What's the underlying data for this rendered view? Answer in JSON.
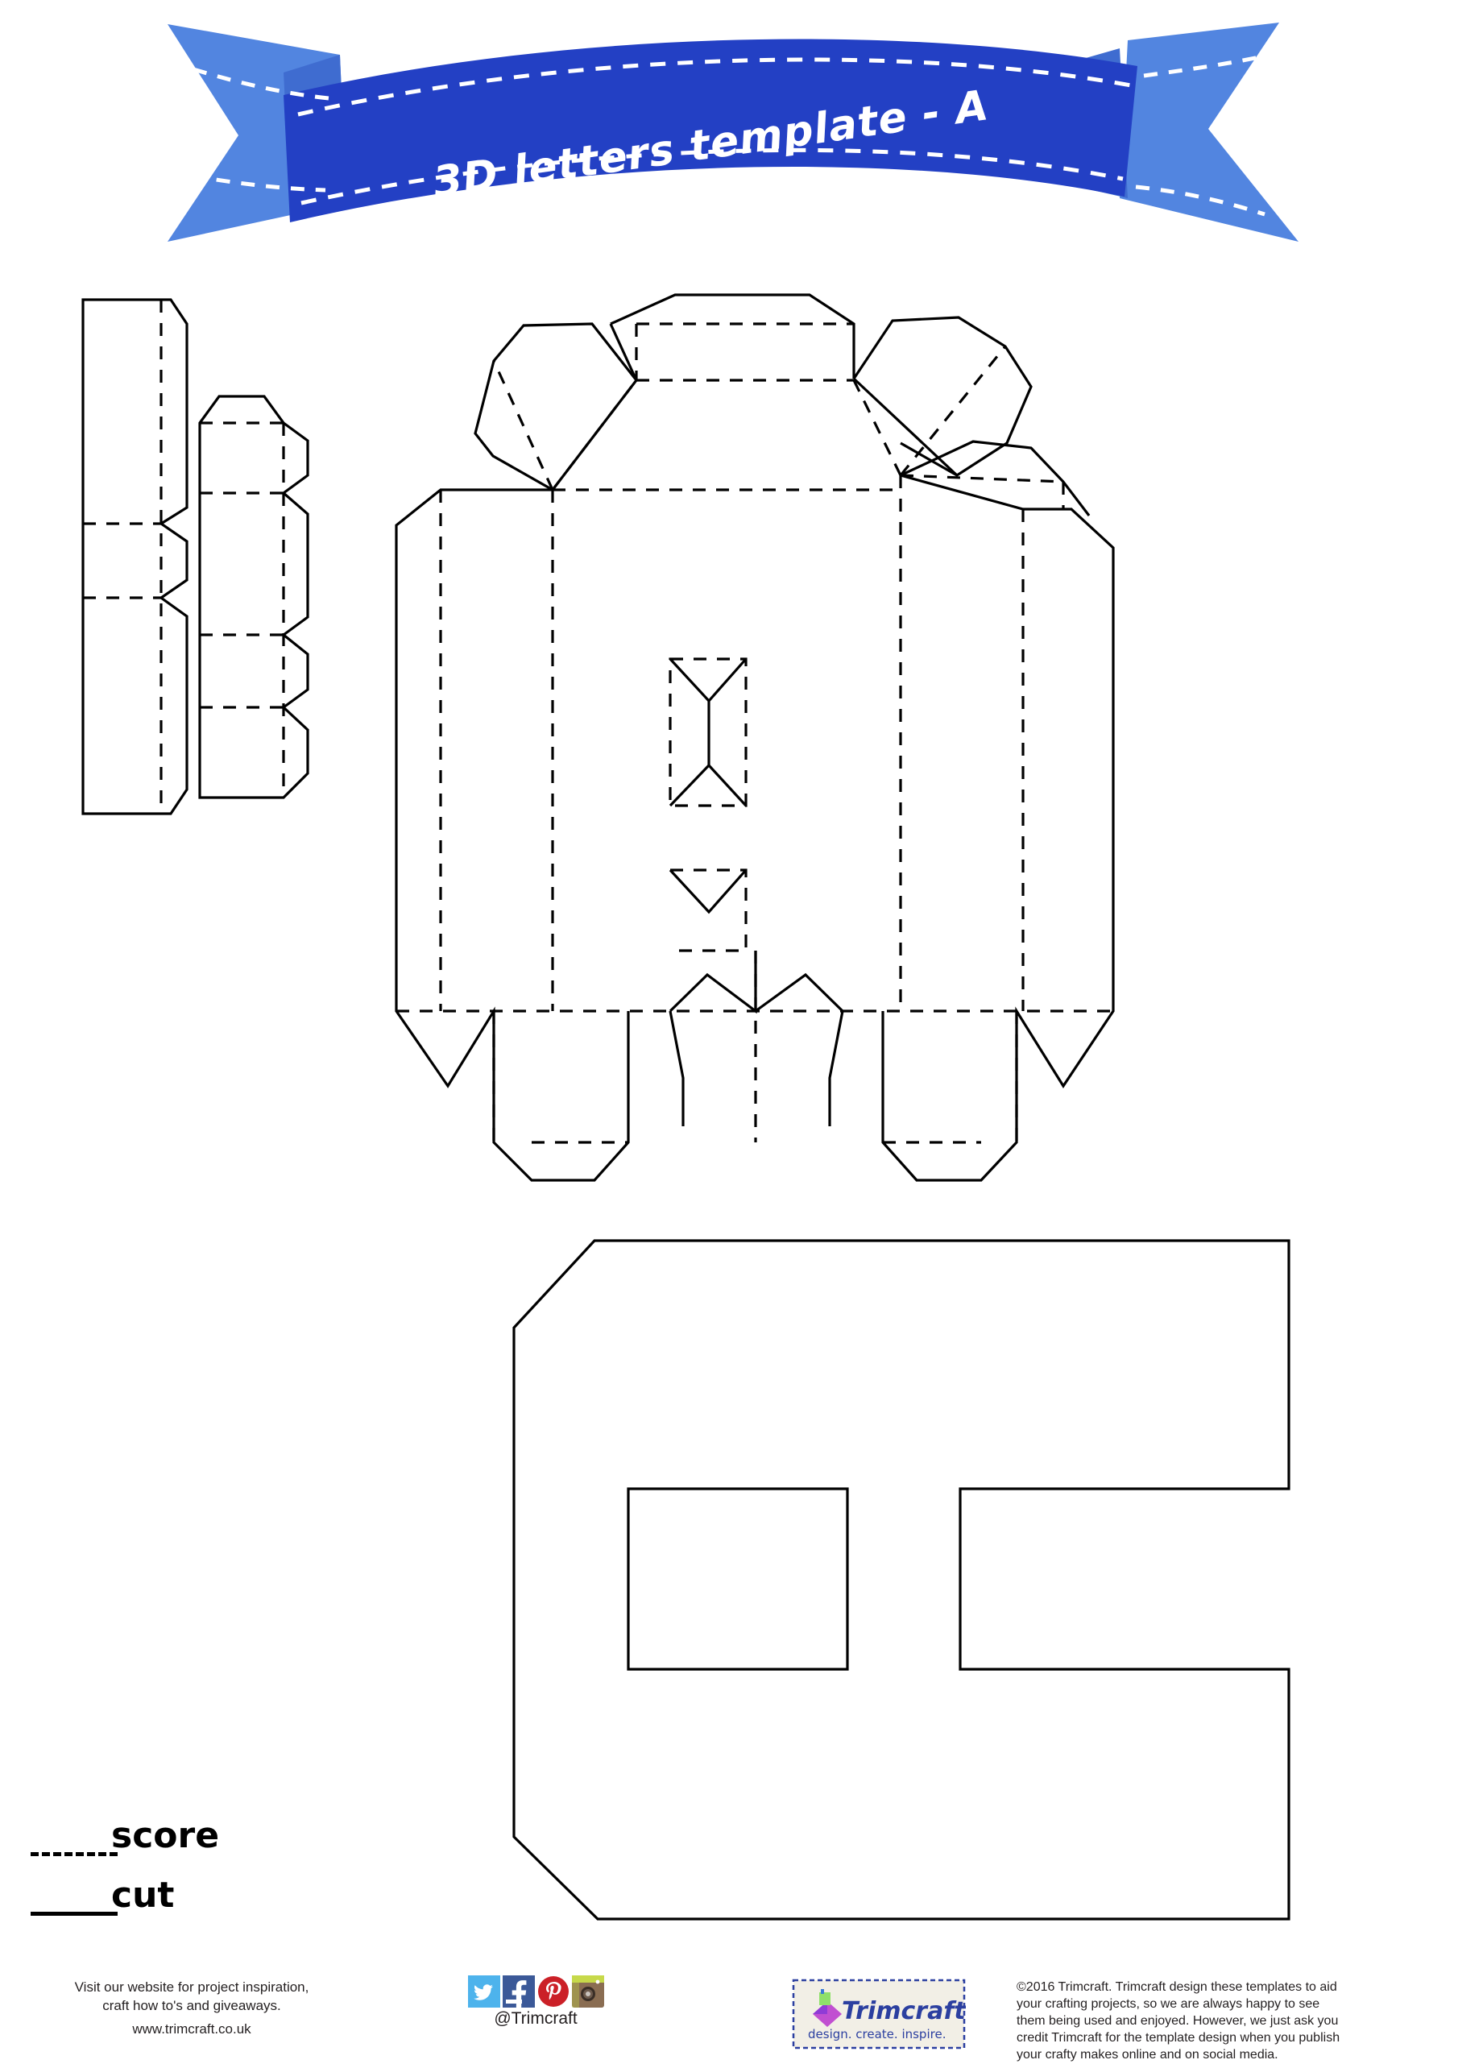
{
  "page": {
    "title": "3D letters template - A",
    "background_color": "#ffffff"
  },
  "banner": {
    "title": "3D letters template - A",
    "ribbon_front_color": "#2340c4",
    "ribbon_tail_color": "#5285e0",
    "stitch_color": "#ffffff"
  },
  "legend": {
    "items": [
      {
        "label": "score",
        "line_style": "dashed"
      },
      {
        "label": "cut",
        "line_style": "solid"
      }
    ]
  },
  "template": {
    "letter": "A",
    "stroke_color": "#000000",
    "pieces": [
      {
        "name": "side-strip-left-outer",
        "description": "Narrow folding strip with tabs"
      },
      {
        "name": "side-strip-left-inner",
        "description": "Narrow folding strip with tabs"
      },
      {
        "name": "letter-a-wrap",
        "description": "Main letter A body with glue flaps and counter openings"
      },
      {
        "name": "letter-a-face",
        "description": "Flat letter A face outline"
      }
    ]
  },
  "footer": {
    "website_promo_line1": "Visit our website for project inspiration,",
    "website_promo_line2": "craft how to's and giveaways.",
    "website_url": "www.trimcraft.co.uk",
    "social_handle": "@Trimcraft",
    "social_icons": [
      {
        "name": "twitter-icon",
        "color": "#4db3ec"
      },
      {
        "name": "facebook-icon",
        "color": "#3b5998"
      },
      {
        "name": "pinterest-icon",
        "color": "#cb2027"
      },
      {
        "name": "instagram-icon",
        "color": "#8a6d52"
      }
    ],
    "logo": {
      "brand": "Trimcraft",
      "tagline": "design. create. inspire.",
      "brand_color": "#2b3fa0",
      "background_color": "#f2efe6"
    },
    "copyright_line1": "©2016 Trimcraft. Trimcraft design these templates to aid",
    "copyright_line2": "your crafting projects, so we are always happy to see",
    "copyright_line3": "them being used and enjoyed. However, we just ask you",
    "copyright_line4": "credit Trimcraft for the template design when you publish",
    "copyright_line5": "your crafty makes online and on social media."
  }
}
